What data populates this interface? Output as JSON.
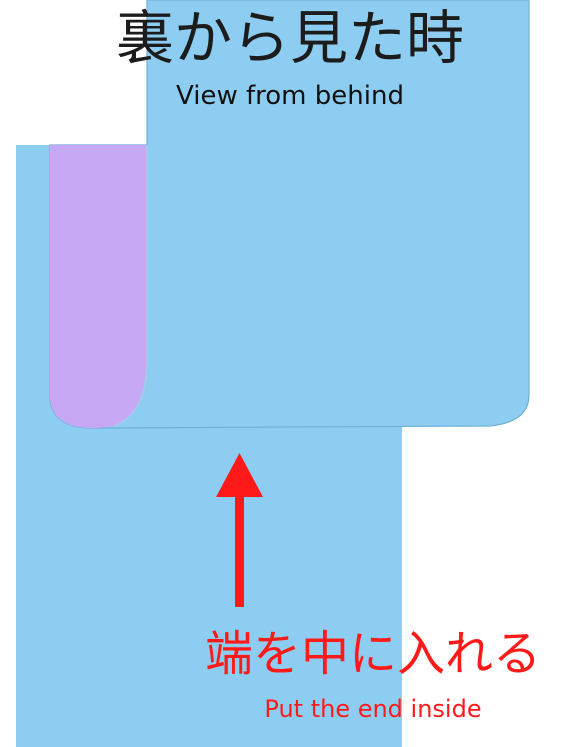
{
  "title": {
    "japanese": "裏から見た時",
    "english": "View from behind"
  },
  "caption": {
    "japanese": "端を中に入れる",
    "english": "Put the end inside"
  },
  "colors": {
    "fabric_blue": "#8ecdf2",
    "fabric_outline": "#7fb8d9",
    "end_purple": "#c7a8f5",
    "arrow_red": "#ff1a1a",
    "title_text": "#1c1c1c"
  }
}
